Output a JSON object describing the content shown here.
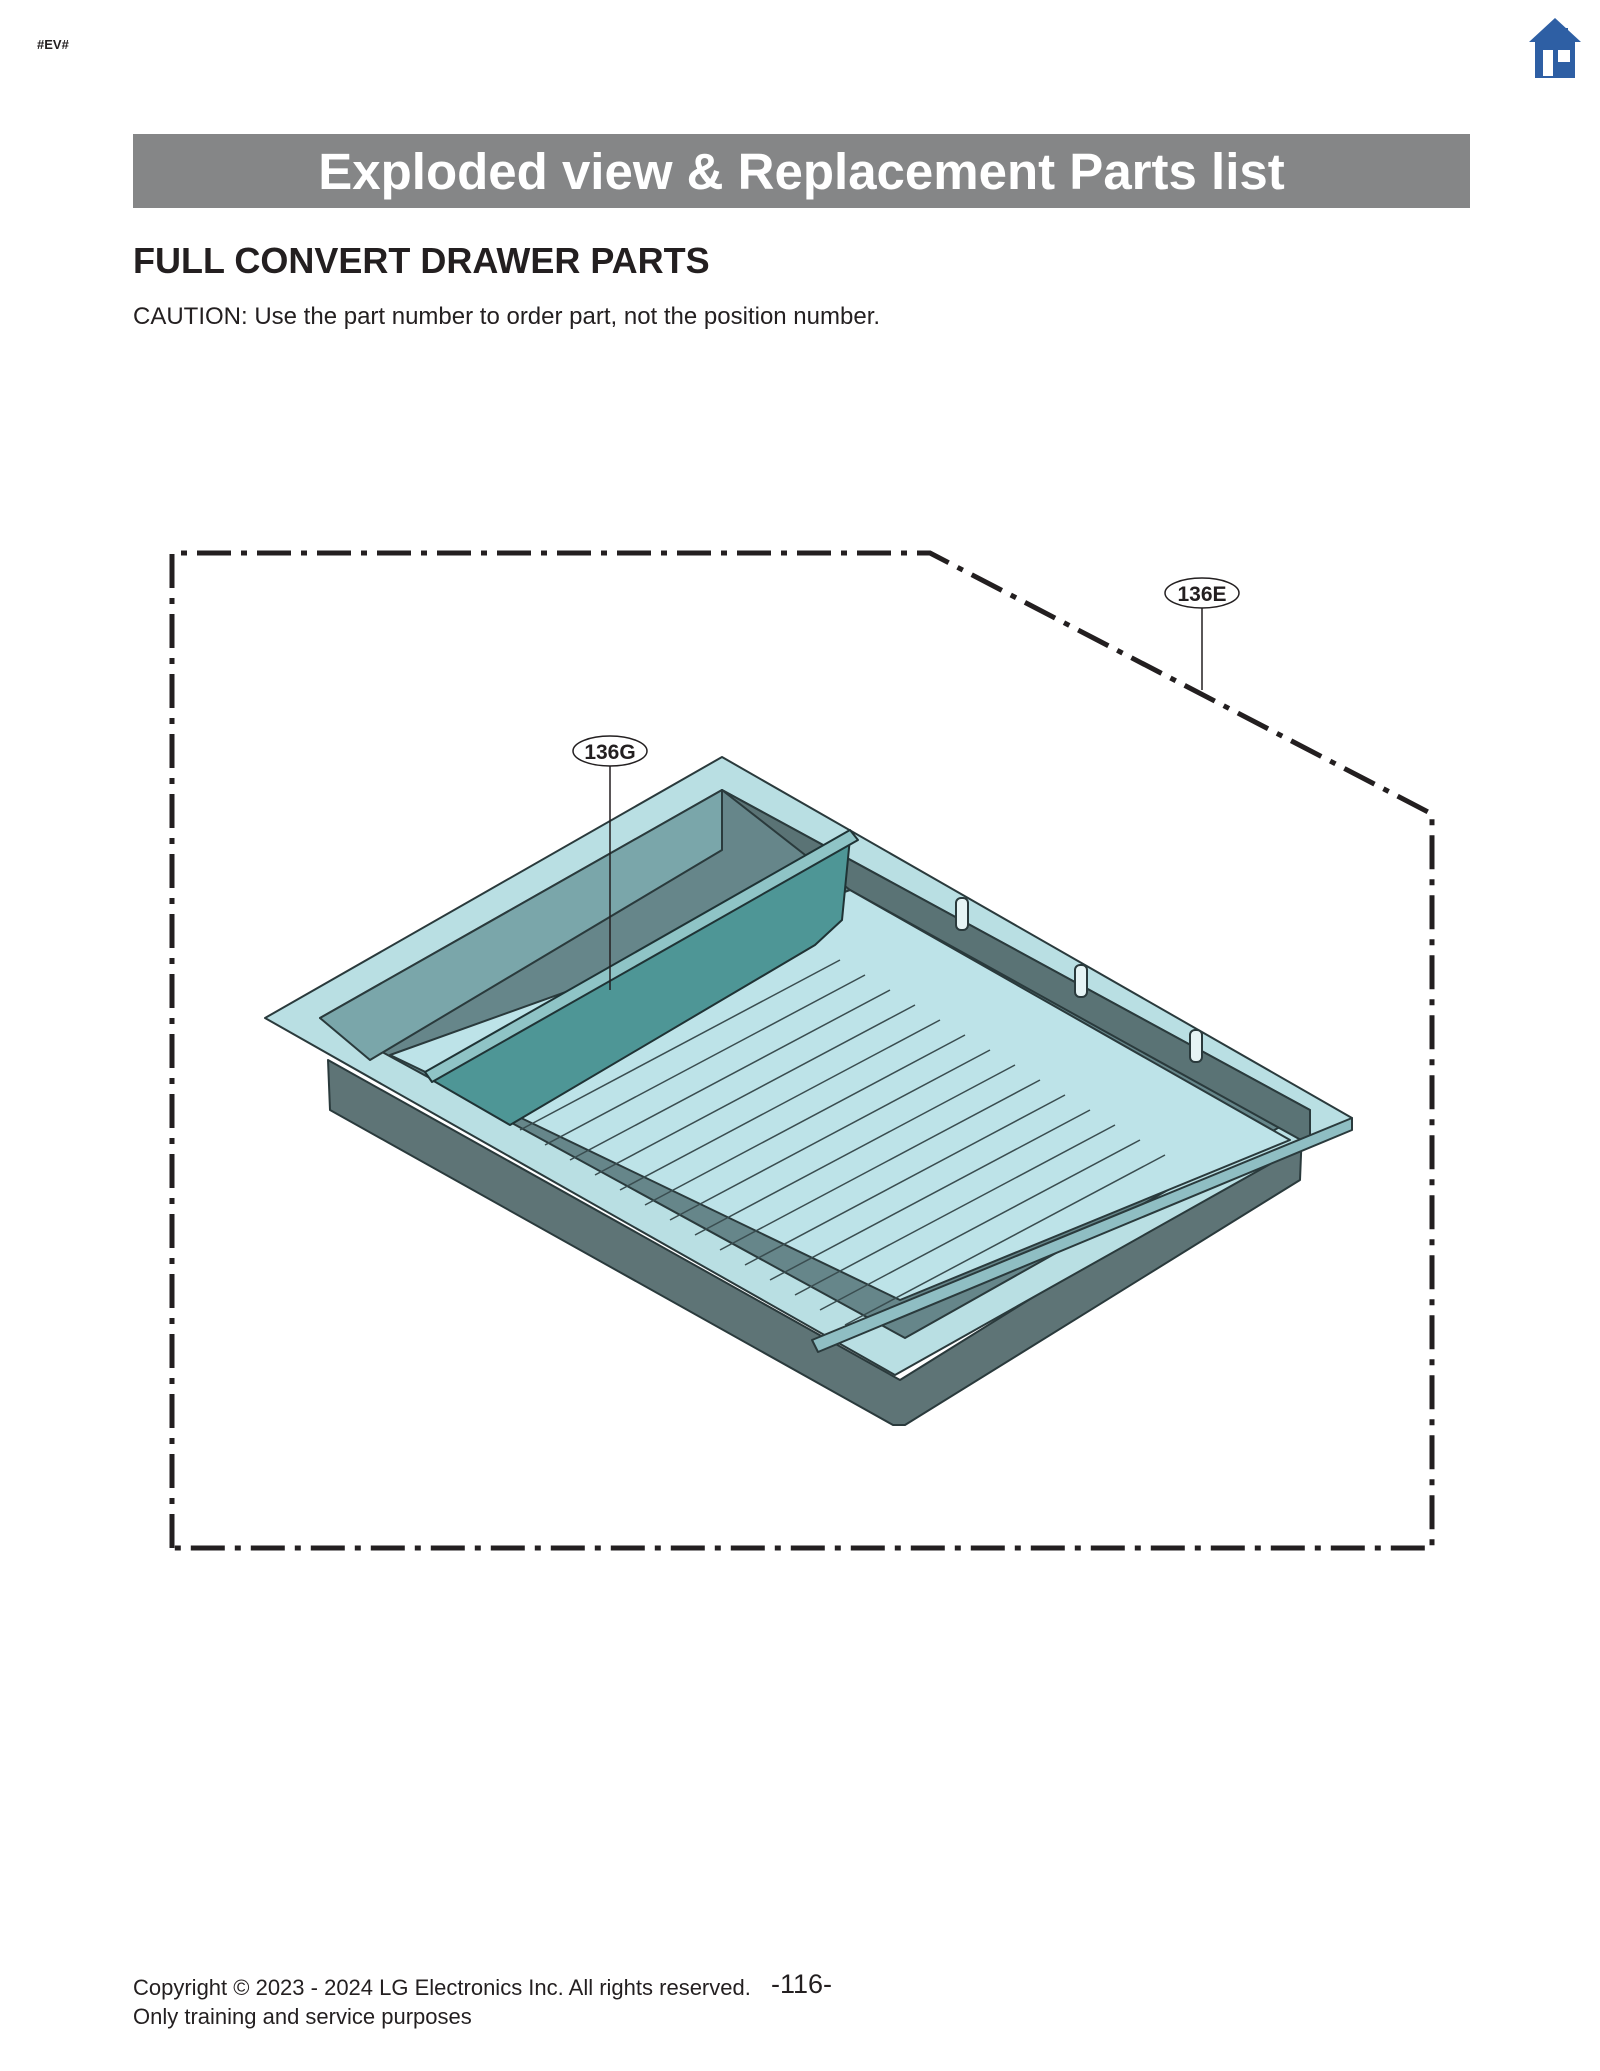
{
  "page_tag": "#EV#",
  "banner_title": "Exploded view & Replacement Parts list",
  "section_title": "FULL CONVERT DRAWER PARTS",
  "caution": "CAUTION: Use the part number to order part, not the position number.",
  "callouts": {
    "drawer_assembly": "136E",
    "divider": "136G"
  },
  "icons": {
    "home": "home-icon"
  },
  "colors": {
    "banner": "#858687",
    "home_icon": "#2e5fa4",
    "drawer": "#9fd0d4",
    "divider": "#4e9696"
  },
  "footer": {
    "copyright": "Copyright © 2023 - 2024 LG Electronics Inc. All rights reserved.",
    "purpose": "Only training and service purposes"
  },
  "page_number": "-116-"
}
